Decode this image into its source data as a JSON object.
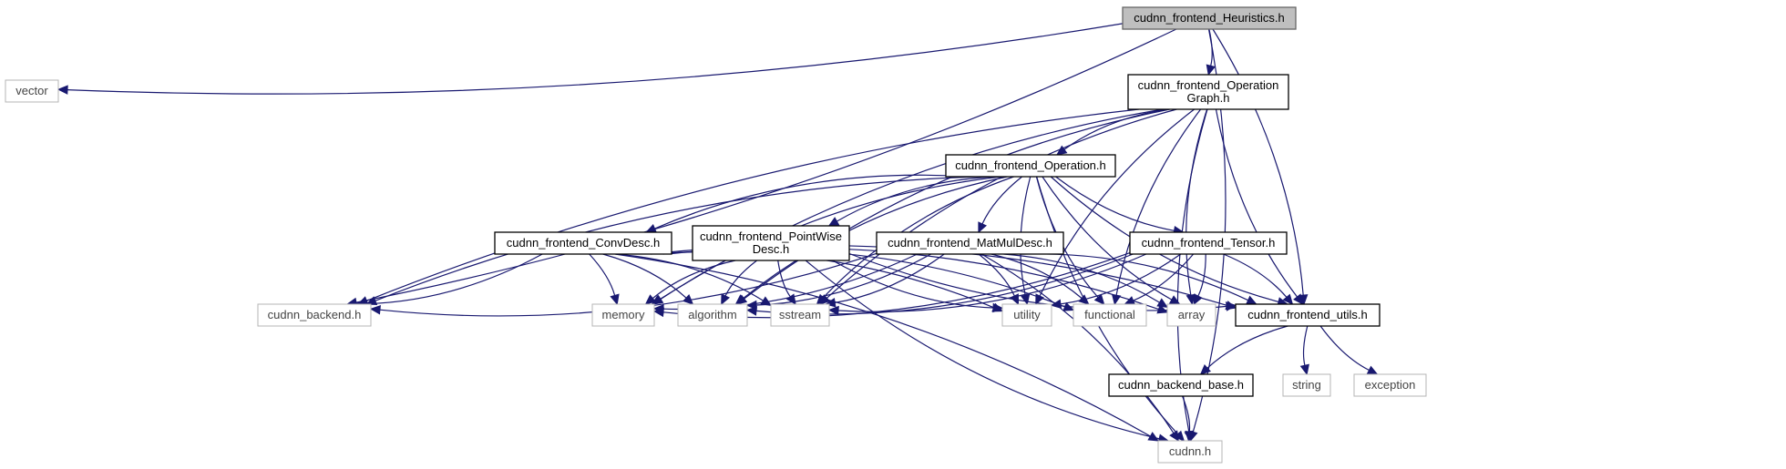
{
  "graph": {
    "nodes": [
      {
        "id": "heuristics",
        "lines": [
          "cudnn_frontend_Heuristics.h"
        ],
        "kind": "root"
      },
      {
        "id": "vector",
        "lines": [
          "vector"
        ],
        "kind": "ext"
      },
      {
        "id": "opgraph",
        "lines": [
          "cudnn_frontend_Operation",
          "Graph.h"
        ],
        "kind": "local"
      },
      {
        "id": "operation",
        "lines": [
          "cudnn_frontend_Operation.h"
        ],
        "kind": "local"
      },
      {
        "id": "convdesc",
        "lines": [
          "cudnn_frontend_ConvDesc.h"
        ],
        "kind": "local"
      },
      {
        "id": "pointwise",
        "lines": [
          "cudnn_frontend_PointWise",
          "Desc.h"
        ],
        "kind": "local"
      },
      {
        "id": "matmul",
        "lines": [
          "cudnn_frontend_MatMulDesc.h"
        ],
        "kind": "local"
      },
      {
        "id": "tensor",
        "lines": [
          "cudnn_frontend_Tensor.h"
        ],
        "kind": "local"
      },
      {
        "id": "cudnn_backend",
        "lines": [
          "cudnn_backend.h"
        ],
        "kind": "ext"
      },
      {
        "id": "memory",
        "lines": [
          "memory"
        ],
        "kind": "ext"
      },
      {
        "id": "algorithm",
        "lines": [
          "algorithm"
        ],
        "kind": "ext"
      },
      {
        "id": "sstream",
        "lines": [
          "sstream"
        ],
        "kind": "ext"
      },
      {
        "id": "utility",
        "lines": [
          "utility"
        ],
        "kind": "ext"
      },
      {
        "id": "functional",
        "lines": [
          "functional"
        ],
        "kind": "ext"
      },
      {
        "id": "array",
        "lines": [
          "array"
        ],
        "kind": "ext"
      },
      {
        "id": "utils",
        "lines": [
          "cudnn_frontend_utils.h"
        ],
        "kind": "local"
      },
      {
        "id": "backend_base",
        "lines": [
          "cudnn_backend_base.h"
        ],
        "kind": "local"
      },
      {
        "id": "string",
        "lines": [
          "string"
        ],
        "kind": "ext"
      },
      {
        "id": "exception",
        "lines": [
          "exception"
        ],
        "kind": "ext"
      },
      {
        "id": "cudnn_h",
        "lines": [
          "cudnn.h"
        ],
        "kind": "ext"
      }
    ],
    "edges": [
      [
        "heuristics",
        "vector"
      ],
      [
        "heuristics",
        "opgraph"
      ],
      [
        "heuristics",
        "cudnn_backend"
      ],
      [
        "heuristics",
        "utils"
      ],
      [
        "heuristics",
        "cudnn_h"
      ],
      [
        "opgraph",
        "operation"
      ],
      [
        "opgraph",
        "cudnn_backend"
      ],
      [
        "opgraph",
        "memory"
      ],
      [
        "opgraph",
        "algorithm"
      ],
      [
        "opgraph",
        "sstream"
      ],
      [
        "opgraph",
        "utility"
      ],
      [
        "opgraph",
        "functional"
      ],
      [
        "opgraph",
        "array"
      ],
      [
        "opgraph",
        "utils"
      ],
      [
        "opgraph",
        "cudnn_h"
      ],
      [
        "operation",
        "convdesc"
      ],
      [
        "operation",
        "pointwise"
      ],
      [
        "operation",
        "matmul"
      ],
      [
        "operation",
        "tensor"
      ],
      [
        "operation",
        "cudnn_backend"
      ],
      [
        "operation",
        "memory"
      ],
      [
        "operation",
        "algorithm"
      ],
      [
        "operation",
        "sstream"
      ],
      [
        "operation",
        "utility"
      ],
      [
        "operation",
        "functional"
      ],
      [
        "operation",
        "array"
      ],
      [
        "operation",
        "utils"
      ],
      [
        "operation",
        "cudnn_h"
      ],
      [
        "convdesc",
        "cudnn_backend"
      ],
      [
        "convdesc",
        "memory"
      ],
      [
        "convdesc",
        "algorithm"
      ],
      [
        "convdesc",
        "sstream"
      ],
      [
        "convdesc",
        "utility"
      ],
      [
        "convdesc",
        "functional"
      ],
      [
        "convdesc",
        "array"
      ],
      [
        "convdesc",
        "utils"
      ],
      [
        "convdesc",
        "cudnn_h"
      ],
      [
        "pointwise",
        "memory"
      ],
      [
        "pointwise",
        "algorithm"
      ],
      [
        "pointwise",
        "sstream"
      ],
      [
        "pointwise",
        "utility"
      ],
      [
        "pointwise",
        "utils"
      ],
      [
        "pointwise",
        "cudnn_h"
      ],
      [
        "matmul",
        "cudnn_backend"
      ],
      [
        "matmul",
        "memory"
      ],
      [
        "matmul",
        "algorithm"
      ],
      [
        "matmul",
        "sstream"
      ],
      [
        "matmul",
        "utility"
      ],
      [
        "matmul",
        "functional"
      ],
      [
        "matmul",
        "array"
      ],
      [
        "matmul",
        "utils"
      ],
      [
        "matmul",
        "cudnn_h"
      ],
      [
        "tensor",
        "memory"
      ],
      [
        "tensor",
        "algorithm"
      ],
      [
        "tensor",
        "sstream"
      ],
      [
        "tensor",
        "utility"
      ],
      [
        "tensor",
        "functional"
      ],
      [
        "tensor",
        "array"
      ],
      [
        "tensor",
        "utils"
      ],
      [
        "utils",
        "backend_base"
      ],
      [
        "utils",
        "string"
      ],
      [
        "utils",
        "exception"
      ],
      [
        "backend_base",
        "cudnn_h"
      ]
    ]
  },
  "colors": {
    "edge": "#191970",
    "root_fill": "#bfbfbf",
    "local_border": "#000000",
    "ext_border": "#b4b4b4"
  }
}
